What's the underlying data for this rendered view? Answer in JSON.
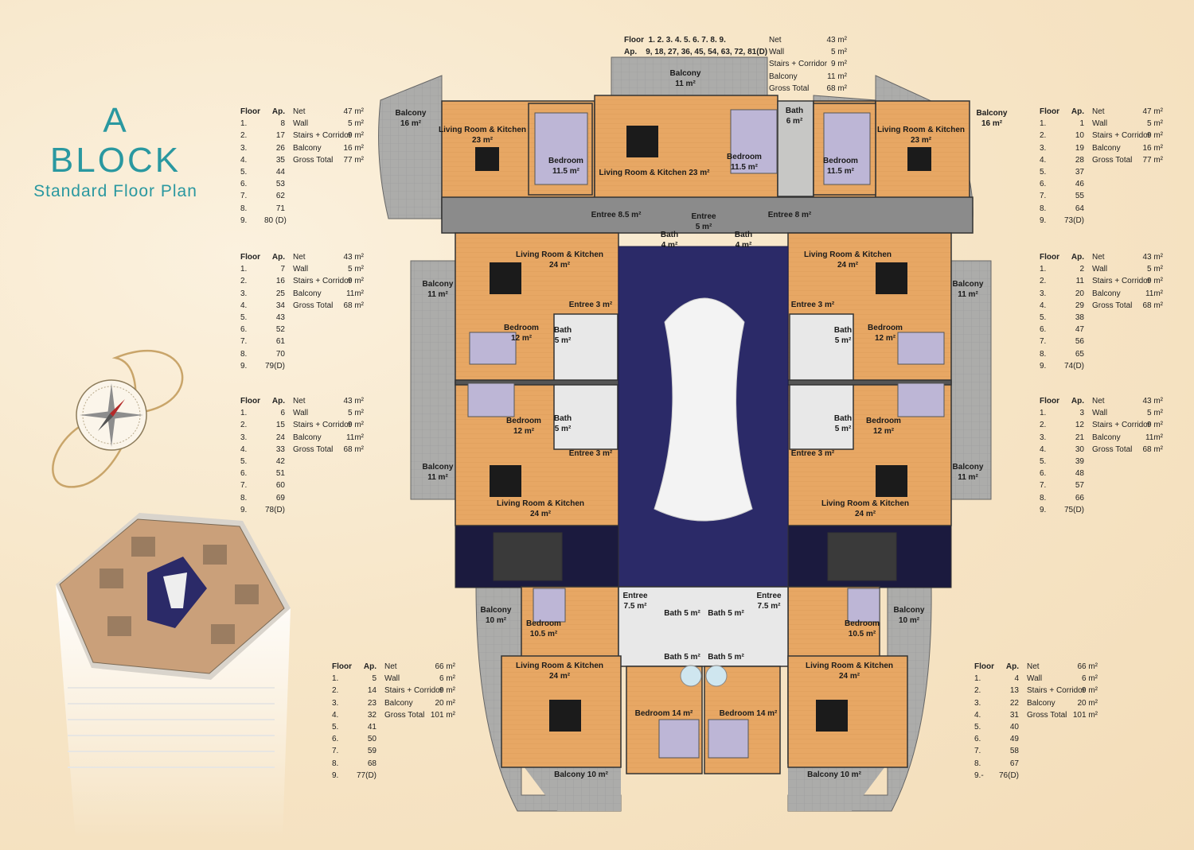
{
  "title": {
    "line1": "A",
    "line2": "BLOCK",
    "line3": "Standard Floor Plan"
  },
  "colors": {
    "accent": "#2a98a0",
    "courtyard": "#2b2a68",
    "room": "#e8a866",
    "balcony": "#a7a7a4"
  },
  "top_table": {
    "floor_label": "Floor",
    "floor_values": "1. 2. 3. 4. 5. 6. 7. 8. 9.",
    "ap_label": "Ap.",
    "ap_values": "9, 18, 27, 36, 45, 54, 63, 72, 81(D)",
    "info": [
      {
        "label": "Net",
        "value": "43 m²"
      },
      {
        "label": "Wall",
        "value": "5 m²"
      },
      {
        "label": "Stairs + Corridor",
        "value": "9 m²"
      },
      {
        "label": "Balcony",
        "value": "11 m²"
      },
      {
        "label": "Gross Total",
        "value": "68 m²"
      }
    ]
  },
  "tables": [
    {
      "floor_label": "Floor",
      "ap_label": "Ap.",
      "floors": [
        "1.",
        "2.",
        "3.",
        "4.",
        "5.",
        "6.",
        "7.",
        "8.",
        "9."
      ],
      "aps": [
        "8",
        "17",
        "26",
        "35",
        "44",
        "53",
        "62",
        "71",
        "80 (D)"
      ],
      "info": [
        {
          "label": "Net",
          "value": "47 m²"
        },
        {
          "label": "Wall",
          "value": "5 m²"
        },
        {
          "label": "Stairs + Corridor",
          "value": "9 m²"
        },
        {
          "label": "Balcony",
          "value": "16 m²"
        },
        {
          "label": "Gross Total",
          "value": "77 m²"
        }
      ]
    },
    {
      "floor_label": "Floor",
      "ap_label": "Ap.",
      "floors": [
        "1.",
        "2.",
        "3.",
        "4.",
        "5.",
        "6.",
        "7.",
        "8.",
        "9."
      ],
      "aps": [
        "7",
        "16",
        "25",
        "34",
        "43",
        "52",
        "61",
        "70",
        "79(D)"
      ],
      "info": [
        {
          "label": "Net",
          "value": "43 m²"
        },
        {
          "label": "Wall",
          "value": "5 m²"
        },
        {
          "label": "Stairs + Corridor",
          "value": "9 m²"
        },
        {
          "label": "Balcony",
          "value": "11m²"
        },
        {
          "label": "Gross Total",
          "value": "68 m²"
        }
      ]
    },
    {
      "floor_label": "Floor",
      "ap_label": "Ap.",
      "floors": [
        "1.",
        "2.",
        "3.",
        "4.",
        "5.",
        "6.",
        "7.",
        "8.",
        "9."
      ],
      "aps": [
        "6",
        "15",
        "24",
        "33",
        "42",
        "51",
        "60",
        "69",
        "78(D)"
      ],
      "info": [
        {
          "label": "Net",
          "value": "43 m²"
        },
        {
          "label": "Wall",
          "value": "5 m²"
        },
        {
          "label": "Stairs + Corridor",
          "value": "9 m²"
        },
        {
          "label": "Balcony",
          "value": "11m²"
        },
        {
          "label": "Gross Total",
          "value": "68 m²"
        }
      ]
    },
    {
      "floor_label": "Floor",
      "ap_label": "Ap.",
      "floors": [
        "1.",
        "2.",
        "3.",
        "4.",
        "5.",
        "6.",
        "7.",
        "8.",
        "9."
      ],
      "aps": [
        "5",
        "14",
        "23",
        "32",
        "41",
        "50",
        "59",
        "68",
        "77(D)"
      ],
      "info": [
        {
          "label": "Net",
          "value": "66 m²"
        },
        {
          "label": "Wall",
          "value": "6 m²"
        },
        {
          "label": "Stairs + Corridor",
          "value": "9 m²"
        },
        {
          "label": "Balcony",
          "value": "20 m²"
        },
        {
          "label": "Gross Total",
          "value": "101 m²"
        }
      ]
    },
    {
      "floor_label": "Floor",
      "ap_label": "Ap.",
      "floors": [
        "1.",
        "2.",
        "3.",
        "4.",
        "5.",
        "6.",
        "7.",
        "8.",
        "9."
      ],
      "aps": [
        "1",
        "10",
        "19",
        "28",
        "37",
        "46",
        "55",
        "64",
        "73(D)"
      ],
      "info": [
        {
          "label": "Net",
          "value": "47 m²"
        },
        {
          "label": "Wall",
          "value": "5 m²"
        },
        {
          "label": "Stairs + Corridor",
          "value": "9 m²"
        },
        {
          "label": "Balcony",
          "value": "16 m²"
        },
        {
          "label": "Gross Total",
          "value": "77 m²"
        }
      ]
    },
    {
      "floor_label": "Floor",
      "ap_label": "Ap.",
      "floors": [
        "1.",
        "2.",
        "3.",
        "4.",
        "5.",
        "6.",
        "7.",
        "8.",
        "9."
      ],
      "aps": [
        "2",
        "11",
        "20",
        "29",
        "38",
        "47",
        "56",
        "65",
        "74(D)"
      ],
      "info": [
        {
          "label": "Net",
          "value": "43 m²"
        },
        {
          "label": "Wall",
          "value": "5 m²"
        },
        {
          "label": "Stairs + Corridor",
          "value": "9 m²"
        },
        {
          "label": "Balcony",
          "value": "11m²"
        },
        {
          "label": "Gross Total",
          "value": "68 m²"
        }
      ]
    },
    {
      "floor_label": "Floor",
      "ap_label": "Ap.",
      "floors": [
        "1.",
        "2.",
        "3.",
        "4.",
        "5.",
        "6.",
        "7.",
        "8.",
        "9."
      ],
      "aps": [
        "3",
        "12",
        "21",
        "30",
        "39",
        "48",
        "57",
        "66",
        "75(D)"
      ],
      "info": [
        {
          "label": "Net",
          "value": "43 m²"
        },
        {
          "label": "Wall",
          "value": "5 m²"
        },
        {
          "label": "Stairs + Corridor",
          "value": "9 m²"
        },
        {
          "label": "Balcony",
          "value": "11m²"
        },
        {
          "label": "Gross Total",
          "value": "68 m²"
        }
      ]
    },
    {
      "floor_label": "Floor",
      "ap_label": "Ap.",
      "floors": [
        "1.",
        "2.",
        "3.",
        "4.",
        "5.",
        "6.",
        "7.",
        "8.",
        "9.-"
      ],
      "aps": [
        "4",
        "13",
        "22",
        "31",
        "40",
        "49",
        "58",
        "67",
        "76(D)"
      ],
      "info": [
        {
          "label": "Net",
          "value": "66 m²"
        },
        {
          "label": "Wall",
          "value": "6 m²"
        },
        {
          "label": "Stairs + Corridor",
          "value": "9 m²"
        },
        {
          "label": "Balcony",
          "value": "20 m²"
        },
        {
          "label": "Gross Total",
          "value": "101 m²"
        }
      ]
    }
  ],
  "rooms": [
    {
      "name": "Balcony",
      "area": "11 m²"
    },
    {
      "name": "Balcony",
      "area": "16 m²"
    },
    {
      "name": "Balcony",
      "area": "16 m²"
    },
    {
      "name": "Living Room & Kitchen",
      "area": "23 m²"
    },
    {
      "name": "Bedroom",
      "area": "11.5 m²"
    },
    {
      "name": "Living Room & Kitchen 23 m²",
      "area": ""
    },
    {
      "name": "Bedroom",
      "area": "11.5 m²"
    },
    {
      "name": "Bath",
      "area": "6 m²"
    },
    {
      "name": "Bedroom",
      "area": "11.5 m²"
    },
    {
      "name": "Living Room & Kitchen",
      "area": "23 m²"
    },
    {
      "name": "Entree 8.5 m²",
      "area": ""
    },
    {
      "name": "Entree",
      "area": "5 m²"
    },
    {
      "name": "Entree 8 m²",
      "area": ""
    },
    {
      "name": "Bath",
      "area": "4 m²"
    },
    {
      "name": "Bath",
      "area": "4 m²"
    },
    {
      "name": "Living Room & Kitchen",
      "area": "24 m²"
    },
    {
      "name": "Living Room & Kitchen",
      "area": "24 m²"
    },
    {
      "name": "Entree 3 m²",
      "area": ""
    },
    {
      "name": "Entree 3 m²",
      "area": ""
    },
    {
      "name": "Balcony",
      "area": "11 m²"
    },
    {
      "name": "Balcony",
      "area": "11 m²"
    },
    {
      "name": "Bedroom",
      "area": "12 m²"
    },
    {
      "name": "Bath",
      "area": "5 m²"
    },
    {
      "name": "Bath",
      "area": "5 m²"
    },
    {
      "name": "Bedroom",
      "area": "12 m²"
    },
    {
      "name": "Bedroom",
      "area": "12 m²"
    },
    {
      "name": "Bath",
      "area": "5 m²"
    },
    {
      "name": "Bath",
      "area": "5 m²"
    },
    {
      "name": "Bedroom",
      "area": "12 m²"
    },
    {
      "name": "Entree 3 m²",
      "area": ""
    },
    {
      "name": "Entree 3 m²",
      "area": ""
    },
    {
      "name": "Balcony",
      "area": "11 m²"
    },
    {
      "name": "Balcony",
      "area": "11 m²"
    },
    {
      "name": "Living Room & Kitchen",
      "area": "24 m²"
    },
    {
      "name": "Living Room & Kitchen",
      "area": "24 m²"
    },
    {
      "name": "Balcony",
      "area": "10 m²"
    },
    {
      "name": "Bedroom",
      "area": "10.5 m²"
    },
    {
      "name": "Entree",
      "area": "7.5 m²"
    },
    {
      "name": "Bath 5 m²",
      "area": ""
    },
    {
      "name": "Bath 5 m²",
      "area": ""
    },
    {
      "name": "Entree",
      "area": "7.5 m²"
    },
    {
      "name": "Bedroom",
      "area": "10.5 m²"
    },
    {
      "name": "Balcony",
      "area": "10 m²"
    },
    {
      "name": "Bath 5 m²",
      "area": ""
    },
    {
      "name": "Bath 5 m²",
      "area": ""
    },
    {
      "name": "Living Room & Kitchen",
      "area": "24 m²"
    },
    {
      "name": "Living Room & Kitchen",
      "area": "24 m²"
    },
    {
      "name": "Bedroom 14 m²",
      "area": ""
    },
    {
      "name": "Bedroom 14 m²",
      "area": ""
    },
    {
      "name": "Balcony 10 m²",
      "area": ""
    },
    {
      "name": "Balcony 10 m²",
      "area": ""
    }
  ]
}
